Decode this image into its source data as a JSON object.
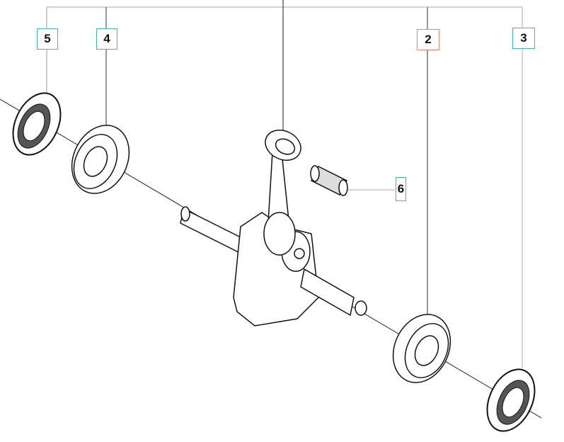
{
  "diagram": {
    "colors": {
      "callout_border": "#3fb6c0",
      "callout_highlight": "#e8826a",
      "line": "#222222",
      "leader": "#9a9a9a"
    },
    "callouts": [
      {
        "label": "5",
        "part": "seal-left",
        "highlighted": false
      },
      {
        "label": "4",
        "part": "bearing-left",
        "highlighted": false
      },
      {
        "label": "2",
        "part": "bearing-right",
        "highlighted": true
      },
      {
        "label": "3",
        "part": "seal-right",
        "highlighted": false
      },
      {
        "label": "6",
        "part": "needle-bearing",
        "highlighted": false
      }
    ]
  }
}
